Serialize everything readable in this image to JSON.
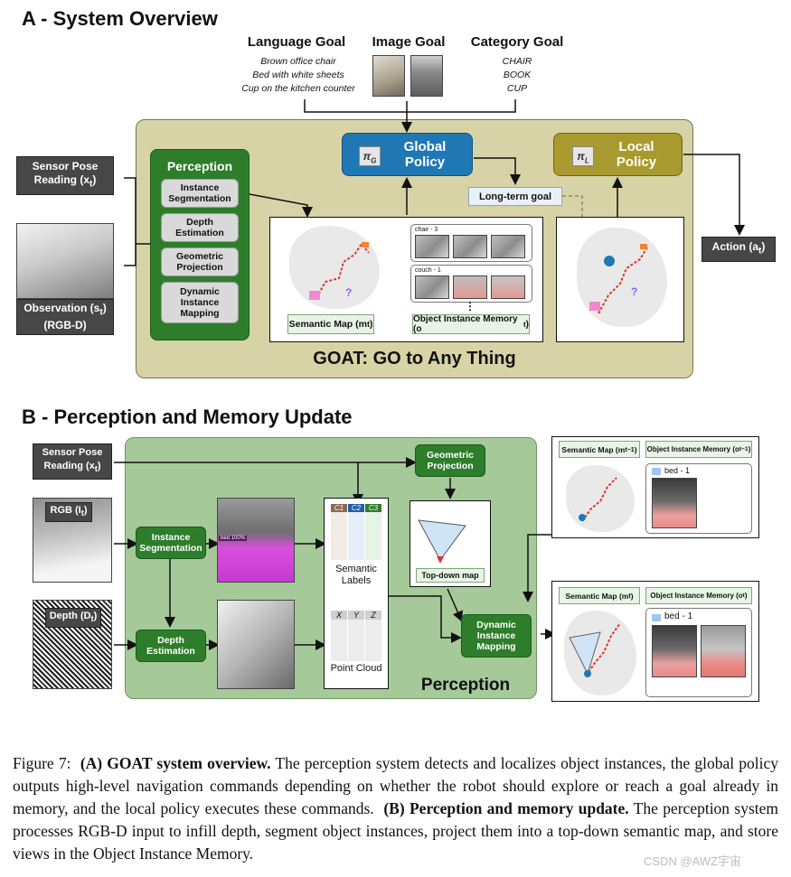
{
  "sectionA": {
    "title": "A - System Overview",
    "language_goal": {
      "heading": "Language Goal",
      "items": [
        "Brown office chair",
        "Bed with white sheets",
        "Cup on the kitchen counter"
      ]
    },
    "image_goal": {
      "heading": "Image Goal"
    },
    "category_goal": {
      "heading": "Category Goal",
      "items": [
        "CHAIR",
        "BOOK",
        "CUP"
      ]
    },
    "sensor_pose": {
      "line1": "Sensor Pose",
      "line2": "Reading (x",
      "sub": "t",
      "close": ")"
    },
    "observation": {
      "line1": "Observation (s",
      "sub": "t",
      "close": ")",
      "line2": "(RGB-D)"
    },
    "perception": {
      "title": "Perception",
      "modules": [
        "Instance Segmentation",
        "Depth Estimation",
        "Geometric Projection",
        "Dynamic Instance Mapping"
      ]
    },
    "global_policy": {
      "symbol": "π",
      "sub": "G",
      "label_line1": "Global",
      "label_line2": "Policy"
    },
    "local_policy": {
      "symbol": "π",
      "sub": "L",
      "label_line1": "Local",
      "label_line2": "Policy"
    },
    "long_term_goal": "Long-term goal",
    "semantic_map": {
      "label": "Semantic Map (m",
      "sub": "t",
      "close": ")"
    },
    "object_memory": {
      "label": "Object Instance Memory (o",
      "sub": "t",
      "close": ")",
      "thumb_labels": [
        "chair - 3",
        "couch - 1"
      ],
      "ellipsis": "⋮"
    },
    "action": {
      "label": "Action (a",
      "sub": "t",
      "close": ")"
    },
    "goat_title": "GOAT: GO to Any Thing"
  },
  "sectionB": {
    "title": "B - Perception and Memory Update",
    "sensor_pose": {
      "line1": "Sensor Pose",
      "line2": "Reading (x",
      "sub": "t",
      "close": ")"
    },
    "rgb": {
      "label": "RGB (I",
      "sub": "t",
      "close": ")"
    },
    "depth": {
      "label": "Depth (D",
      "sub": "t",
      "close": ")"
    },
    "instance_segmentation": "Instance Segmentation",
    "depth_estimation": "Depth Estimation",
    "geometric_projection": "Geometric Projection",
    "bed_tag": "bed 100%",
    "semantic_labels": {
      "cols": [
        "C1",
        "C2",
        "C3"
      ],
      "label": "Semantic Labels"
    },
    "point_cloud": {
      "cols": [
        "X",
        "Y",
        "Z"
      ],
      "label": "Point Cloud"
    },
    "top_down_map": "Top-down map",
    "dynamic_mapping": "Dynamic Instance Mapping",
    "perception": "Perception",
    "prev": {
      "map_label": "Semantic Map (m",
      "map_sub": "t−1",
      "mem_label": "Object Instance Memory (o",
      "mem_sub": "t−1",
      "close": ")",
      "bed": "bed - 1"
    },
    "curr": {
      "map_label": "Semantic Map (m",
      "map_sub": "t",
      "mem_label": "Object Instance Memory (o",
      "mem_sub": "t",
      "close": ")",
      "bed": "bed - 1"
    }
  },
  "caption": {
    "fig": "Figure 7:",
    "a_bold": "(A) GOAT system overview.",
    "a_text": "The perception system detects and localizes object instances, the global policy outputs high-level navigation commands depending on whether the robot should explore or reach a goal already in memory, and the local policy executes these commands.",
    "b_bold": "(B) Perception and memory update.",
    "b_text": "The perception system processes RGB-D input to infill depth, segment object instances, project them into a top-down semantic map, and store views in the Object Instance Memory."
  },
  "watermark": "CSDN @AWZ宇宙",
  "colors": {
    "olive_bg": "#d8d3a6",
    "green_bg": "#a6c99a",
    "global_blue": "#1f78b4",
    "local_olive": "#a89a2e",
    "perception_green": "#2e7d2b"
  }
}
